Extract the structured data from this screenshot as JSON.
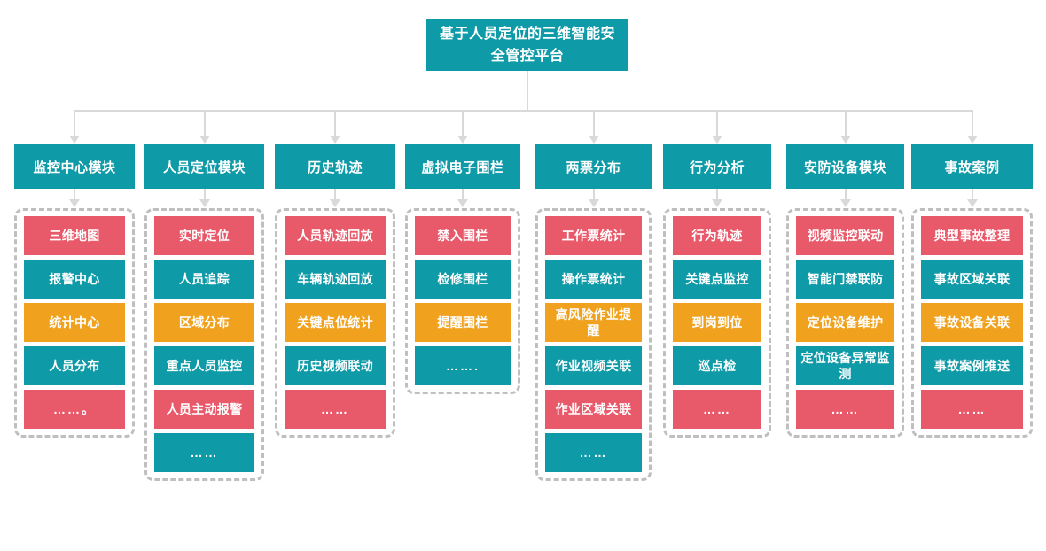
{
  "diagram": {
    "title": "基于人员定位的三维智能安全管控平台",
    "colors": {
      "teal": "#0e9aa7",
      "red": "#e8596a",
      "orange": "#f0a21e",
      "connector": "#d9d9d9",
      "group_border": "#bfbfbf"
    },
    "columns": [
      {
        "header": "监控中心模块",
        "items": [
          {
            "label": "三维地图",
            "color": "red"
          },
          {
            "label": "报警中心",
            "color": "teal"
          },
          {
            "label": "统计中心",
            "color": "orange"
          },
          {
            "label": "人员分布",
            "color": "teal"
          },
          {
            "label": "……。",
            "color": "red"
          }
        ]
      },
      {
        "header": "人员定位模块",
        "items": [
          {
            "label": "实时定位",
            "color": "red"
          },
          {
            "label": "人员追踪",
            "color": "teal"
          },
          {
            "label": "区域分布",
            "color": "orange"
          },
          {
            "label": "重点人员监控",
            "color": "teal"
          },
          {
            "label": "人员主动报警",
            "color": "red"
          },
          {
            "label": "……",
            "color": "teal"
          }
        ]
      },
      {
        "header": "历史轨迹",
        "items": [
          {
            "label": "人员轨迹回放",
            "color": "red"
          },
          {
            "label": "车辆轨迹回放",
            "color": "teal"
          },
          {
            "label": "关键点位统计",
            "color": "orange"
          },
          {
            "label": "历史视频联动",
            "color": "teal"
          },
          {
            "label": "……",
            "color": "red"
          }
        ]
      },
      {
        "header": "虚拟电子围栏",
        "items": [
          {
            "label": "禁入围栏",
            "color": "red"
          },
          {
            "label": "检修围栏",
            "color": "teal"
          },
          {
            "label": "提醒围栏",
            "color": "orange"
          },
          {
            "label": "…….",
            "color": "teal"
          }
        ]
      },
      {
        "header": "两票分布",
        "items": [
          {
            "label": "工作票统计",
            "color": "red"
          },
          {
            "label": "操作票统计",
            "color": "teal"
          },
          {
            "label": "高风险作业提醒",
            "color": "orange"
          },
          {
            "label": "作业视频关联",
            "color": "teal"
          },
          {
            "label": "作业区域关联",
            "color": "red"
          },
          {
            "label": "……",
            "color": "teal"
          }
        ]
      },
      {
        "header": "行为分析",
        "items": [
          {
            "label": "行为轨迹",
            "color": "red"
          },
          {
            "label": "关键点监控",
            "color": "teal"
          },
          {
            "label": "到岗到位",
            "color": "orange"
          },
          {
            "label": "巡点检",
            "color": "teal"
          },
          {
            "label": "……",
            "color": "red"
          }
        ]
      },
      {
        "header": "安防设备模块",
        "items": [
          {
            "label": "视频监控联动",
            "color": "red"
          },
          {
            "label": "智能门禁联防",
            "color": "teal"
          },
          {
            "label": "定位设备维护",
            "color": "orange"
          },
          {
            "label": "定位设备异常监测",
            "color": "teal"
          },
          {
            "label": "……",
            "color": "red"
          }
        ]
      },
      {
        "header": "事故案例",
        "items": [
          {
            "label": "典型事故整理",
            "color": "red"
          },
          {
            "label": "事故区域关联",
            "color": "teal"
          },
          {
            "label": "事故设备关联",
            "color": "orange"
          },
          {
            "label": "事故案例推送",
            "color": "teal"
          },
          {
            "label": "……",
            "color": "red"
          }
        ]
      }
    ]
  }
}
